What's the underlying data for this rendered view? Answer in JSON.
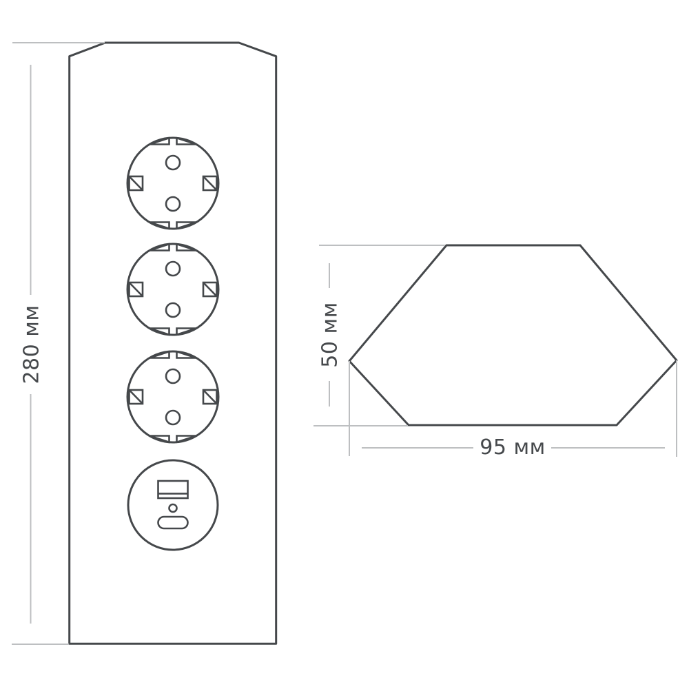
{
  "title": "Corner power strip dimensional drawing",
  "colors": {
    "outline": "#45484b",
    "dimension": "#bdbfc1",
    "label": "#46494c",
    "background": "#ffffff"
  },
  "views": {
    "front": {
      "name": "front-view",
      "dimension": {
        "label": "280 мм",
        "value": 280,
        "unit": "мм"
      },
      "sockets": [
        {
          "icon": "schuko-socket-icon"
        },
        {
          "icon": "schuko-socket-icon"
        },
        {
          "icon": "schuko-socket-icon"
        },
        {
          "icon": "usb-module-icon",
          "ports": [
            "usb-a",
            "usb-c"
          ]
        }
      ]
    },
    "side": {
      "name": "side-profile-view",
      "dimensions": {
        "height": {
          "label": "50 мм",
          "value": 50,
          "unit": "мм"
        },
        "width": {
          "label": "95 мм",
          "value": 95,
          "unit": "мм"
        }
      }
    }
  }
}
